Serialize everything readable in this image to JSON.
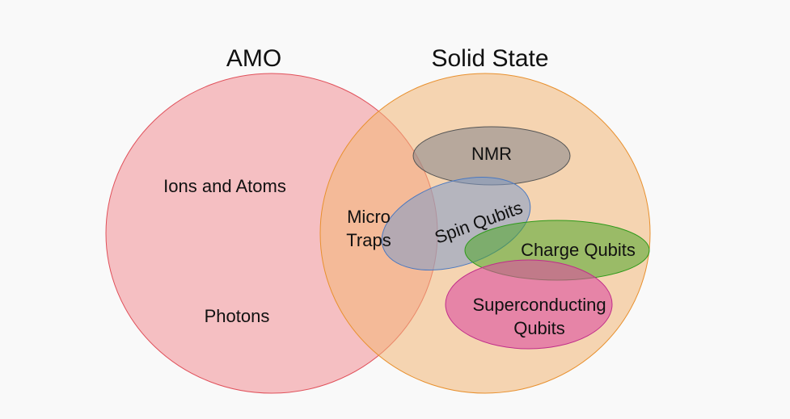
{
  "titles": {
    "amo": "AMO",
    "solid_state": "Solid State"
  },
  "labels": {
    "ions_atoms": "Ions and Atoms",
    "photons": "Photons",
    "micro": "Micro",
    "traps": "Traps",
    "nmr": "NMR",
    "spin_qubits": "Spin Qubits",
    "charge_qubits": "Charge Qubits",
    "superconducting": "Superconducting",
    "superconducting_qubits": "Qubits"
  },
  "colors": {
    "amo_fill": "#f4a6ab",
    "amo_stroke": "#e0505a",
    "solid_fill": "#f2b777",
    "solid_stroke": "#e8902e",
    "nmr_fill": "#8e8a8e",
    "spin_fill": "#7f9ac8",
    "charge_fill": "#4ea52a",
    "sc_fill": "#dc4ea0"
  }
}
